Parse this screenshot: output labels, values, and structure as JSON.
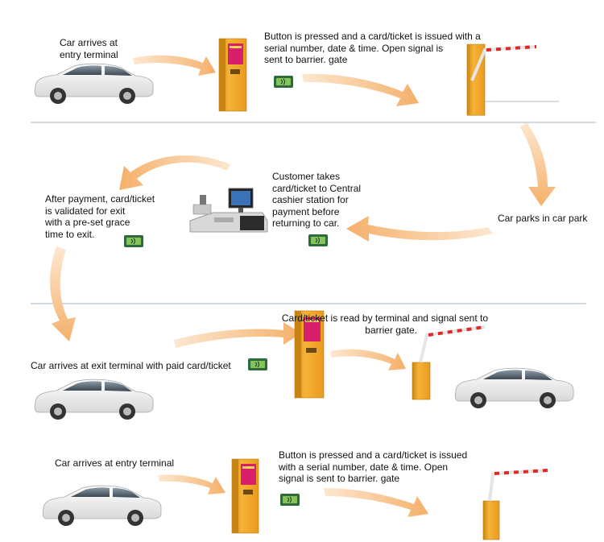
{
  "steps": [
    {
      "lines": [
        "Car arrives at",
        "entry terminal"
      ]
    },
    {
      "lines": [
        "Button is pressed and a card/ticket is issued with a",
        "serial number, date & time. Open signal  is",
        "sent to barrier. gate"
      ]
    },
    {
      "lines": [
        "Car parks in car park"
      ]
    },
    {
      "lines": [
        "Customer  takes",
        "card/ticket to Central",
        "cashier station for",
        "payment before",
        "returning to car."
      ]
    },
    {
      "lines": [
        "After payment, card/ticket",
        "is validated for exit",
        "with a pre-set grace",
        "time to exit."
      ]
    },
    {
      "lines": [
        "Card/ticket is read by terminal and signal sent to",
        "barrier gate."
      ]
    },
    {
      "lines": [
        "Car arrives at exit terminal with paid card/ticket"
      ]
    },
    {
      "lines": [
        "Car arrives at entry terminal"
      ]
    },
    {
      "lines": [
        "Button is pressed and a card/ticket is issued",
        "with a serial number, date & time. Open",
        "signal  is sent to barrier. gate"
      ]
    }
  ],
  "colors": {
    "arrow": "#f6b878",
    "terminal": "#f0a324",
    "terminal_screen": "#d8206a",
    "barrier_arm_red": "#e02a2a",
    "card": "#2e6b3a",
    "divider": "#9fb6c4",
    "car_body": "#f4f4f4"
  }
}
